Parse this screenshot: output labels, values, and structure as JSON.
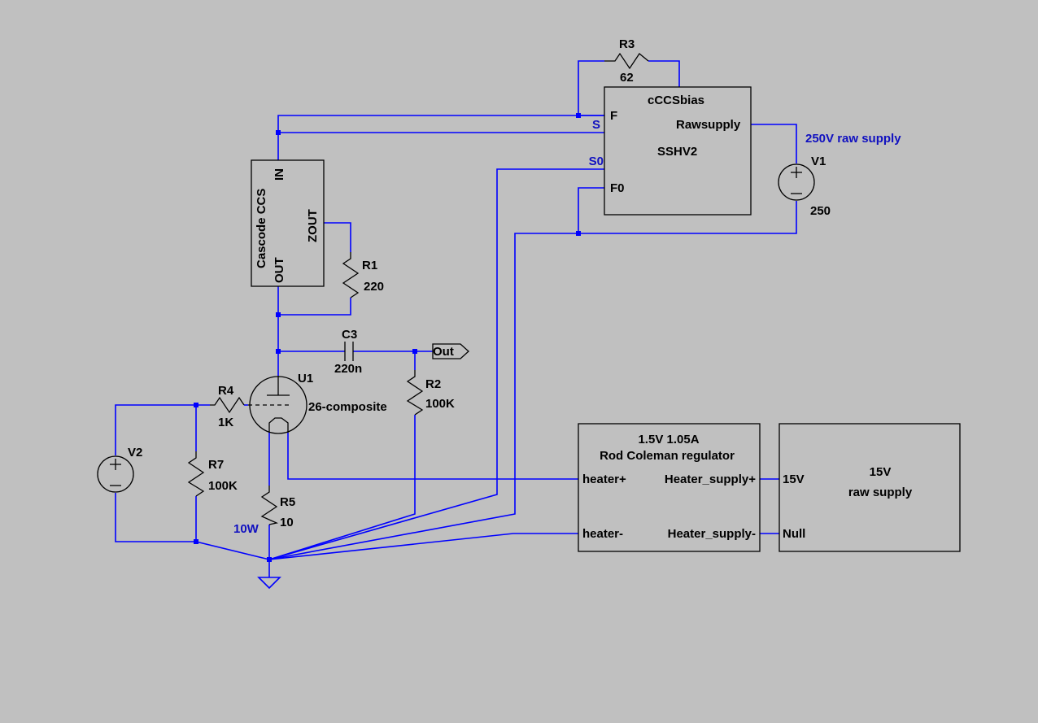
{
  "symbols": {
    "R3": {
      "name": "R3",
      "value": "62"
    },
    "R1": {
      "name": "R1",
      "value": "220"
    },
    "R2": {
      "name": "R2",
      "value": "100K"
    },
    "R4": {
      "name": "R4",
      "value": "1K"
    },
    "R5": {
      "name": "R5",
      "value": "10"
    },
    "R7": {
      "name": "R7",
      "value": "100K"
    },
    "C3": {
      "name": "C3",
      "value": "220n"
    },
    "U1": {
      "name": "U1",
      "value": "26-composite"
    },
    "V1": {
      "name": "V1",
      "value": "250"
    },
    "V2": {
      "name": "V2"
    }
  },
  "blocks": {
    "ccs": {
      "title": "Cascode CCS",
      "pin_in": "IN",
      "pin_zout": "ZOUT",
      "pin_out": "OUT"
    },
    "bias": {
      "title": "cCCSbias",
      "subtitle": "SSHV2",
      "pin_f": "F",
      "pin_rawsupply": "Rawsupply",
      "pin_f0": "F0"
    },
    "regulator": {
      "line1": "1.5V 1.05A",
      "line2": "Rod Coleman regulator",
      "pin_heater_plus": "heater+",
      "pin_heater_minus": "heater-",
      "pin_supply_plus": "Heater_supply+",
      "pin_supply_minus": "Heater_supply-"
    },
    "raw15": {
      "line1": "15V",
      "line2": "raw supply",
      "pin_15v": "15V",
      "pin_null": "Null"
    }
  },
  "net_labels": {
    "s": "S",
    "s0": "S0"
  },
  "port_out": "Out",
  "annotations": {
    "raw_supply": "250V raw supply",
    "r5_power": "10W"
  },
  "colors": {
    "background": "#c0c0c0",
    "wire": "#0000ff",
    "symbol": "#000000",
    "annotation": "#1010c0"
  }
}
